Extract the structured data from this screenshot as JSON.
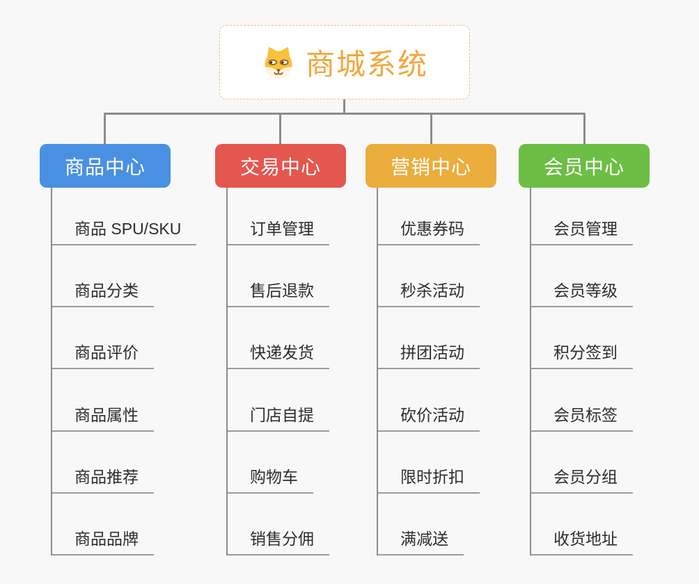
{
  "root": {
    "title": "商城系统",
    "icon": "dog-face-icon",
    "text_color": "#F2A73D",
    "border_color": "#F2BE74"
  },
  "branches": [
    {
      "label": "商品中心",
      "color": "#4A90E2",
      "items": [
        "商品 SPU/SKU",
        "商品分类",
        "商品评价",
        "商品属性",
        "商品推荐",
        "商品品牌"
      ]
    },
    {
      "label": "交易中心",
      "color": "#E4574F",
      "items": [
        "订单管理",
        "售后退款",
        "快递发货",
        "门店自提",
        "购物车",
        "销售分佣"
      ]
    },
    {
      "label": "营销中心",
      "color": "#EBAD3C",
      "items": [
        "优惠券码",
        "秒杀活动",
        "拼团活动",
        "砍价活动",
        "限时折扣",
        "满减送"
      ]
    },
    {
      "label": "会员中心",
      "color": "#6DBE44",
      "items": [
        "会员管理",
        "会员等级",
        "积分签到",
        "会员标签",
        "会员分组",
        "收货地址"
      ]
    }
  ],
  "colors": {
    "background": "#F8F8F8",
    "connector": "#8C8C8C",
    "leaf_text": "#2D2D2D",
    "leaf_underline": "#9B9B9B",
    "branch_label": "#FFFFFF"
  }
}
